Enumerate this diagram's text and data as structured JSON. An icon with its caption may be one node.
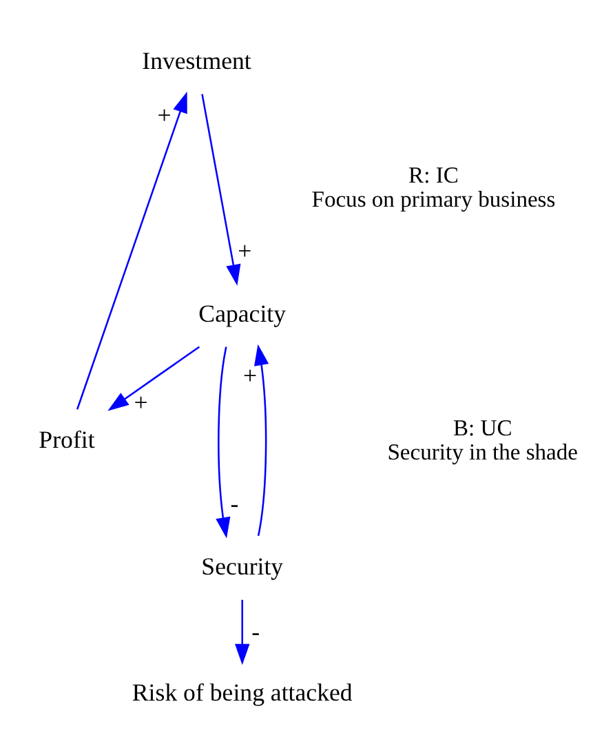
{
  "diagram": {
    "nodes": [
      {
        "text": [
          "Investment"
        ]
      },
      {
        "text": [
          "Profit"
        ]
      },
      {
        "text": [
          "Capacity"
        ]
      },
      {
        "text": [
          "Security"
        ]
      },
      {
        "text": [
          "Risk of being attacked"
        ]
      }
    ],
    "edges": [
      {
        "from": 1,
        "to": 0,
        "arrow": "to",
        "label": "+"
      },
      {
        "from": 0,
        "to": 2,
        "arrow": "to",
        "label": "+"
      },
      {
        "from": 2,
        "to": 1,
        "arrow": "to",
        "label": "+"
      },
      {
        "from": 2,
        "to": 3,
        "arrow": "to",
        "label": "-"
      },
      {
        "from": 3,
        "to": 2,
        "arrow": "to",
        "label": "+"
      },
      {
        "from": 3,
        "to": 4,
        "arrow": "to",
        "label": "-"
      }
    ],
    "labels": [
      "R: IC",
      "Focus on primary business",
      "B: UC",
      "Security in the shade"
    ]
  }
}
